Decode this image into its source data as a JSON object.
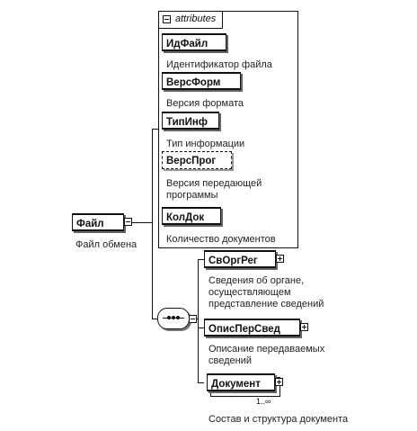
{
  "root": {
    "name": "Файл",
    "description": "Файл обмена"
  },
  "attributes": {
    "header": "attributes",
    "items": [
      {
        "name": "ИдФайл",
        "description": "Идентификатор файла",
        "optional": false
      },
      {
        "name": "ВерсФорм",
        "description": "Версия формата",
        "optional": false
      },
      {
        "name": "ТипИнф",
        "description": "Тип информации",
        "optional": false
      },
      {
        "name": "ВерсПрог",
        "description": [
          "Версия передающей",
          "программы"
        ],
        "optional": true
      },
      {
        "name": "КолДок",
        "description": "Количество документов",
        "optional": false
      }
    ]
  },
  "sequence": {
    "elements": [
      {
        "name": "СвОргРег",
        "description": [
          "Сведения об органе,",
          "осуществляющем",
          "представление сведений"
        ]
      },
      {
        "name": "ОписПерСвед",
        "description": [
          "Описание передаваемых",
          "сведений"
        ]
      },
      {
        "name": "Документ",
        "description": [
          "Состав и структура документа"
        ],
        "cardinality": "1..∞"
      }
    ]
  }
}
